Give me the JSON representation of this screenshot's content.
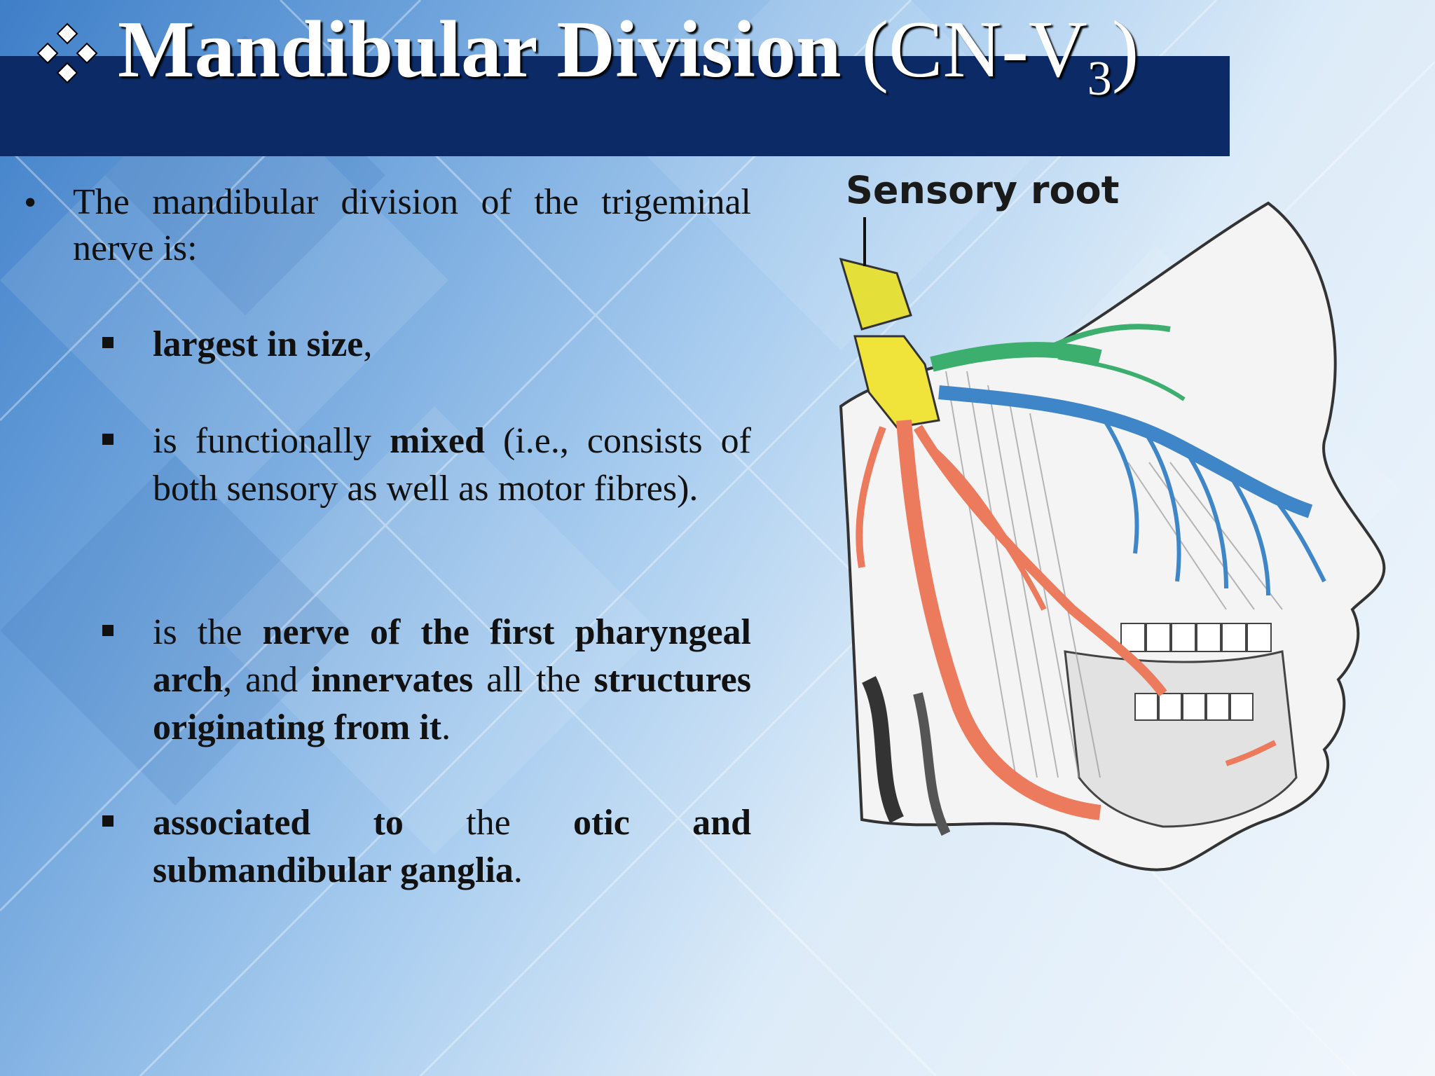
{
  "slide": {
    "title": {
      "icon": "diamond-bullet-icon",
      "bold_text": "Mandibular Division",
      "paren_text": " (CN-V",
      "subscript": "3",
      "close_paren": ")"
    },
    "intro_bullet": "The mandibular division of the trigeminal nerve is:",
    "items": [
      {
        "parts": [
          {
            "b": "largest in size"
          },
          {
            "t": ","
          }
        ]
      },
      {
        "parts": [
          {
            "t": "is functionally "
          },
          {
            "b": "mixed"
          },
          {
            "t": " (i.e., consists of both sensory as well as motor fibres)."
          }
        ]
      },
      {
        "parts": [
          {
            "t": "is the "
          },
          {
            "b": "nerve of the first pharyngeal arch"
          },
          {
            "t": ", and "
          },
          {
            "b": "innervates"
          },
          {
            "t": " all the "
          },
          {
            "b": "structures originating from it"
          },
          {
            "t": "."
          }
        ]
      },
      {
        "parts": [
          {
            "b": "associated to"
          },
          {
            "t": " the "
          },
          {
            "b": "otic"
          },
          {
            "t": " "
          },
          {
            "b": "and submandibular ganglia"
          },
          {
            "t": "."
          }
        ]
      }
    ],
    "figure": {
      "label": "Sensory root",
      "colors": {
        "sensory": "#f0e43a",
        "ophthalmic": "#3cae6e",
        "maxillary": "#3f86c8",
        "mandibular": "#ec7a5c"
      }
    }
  }
}
